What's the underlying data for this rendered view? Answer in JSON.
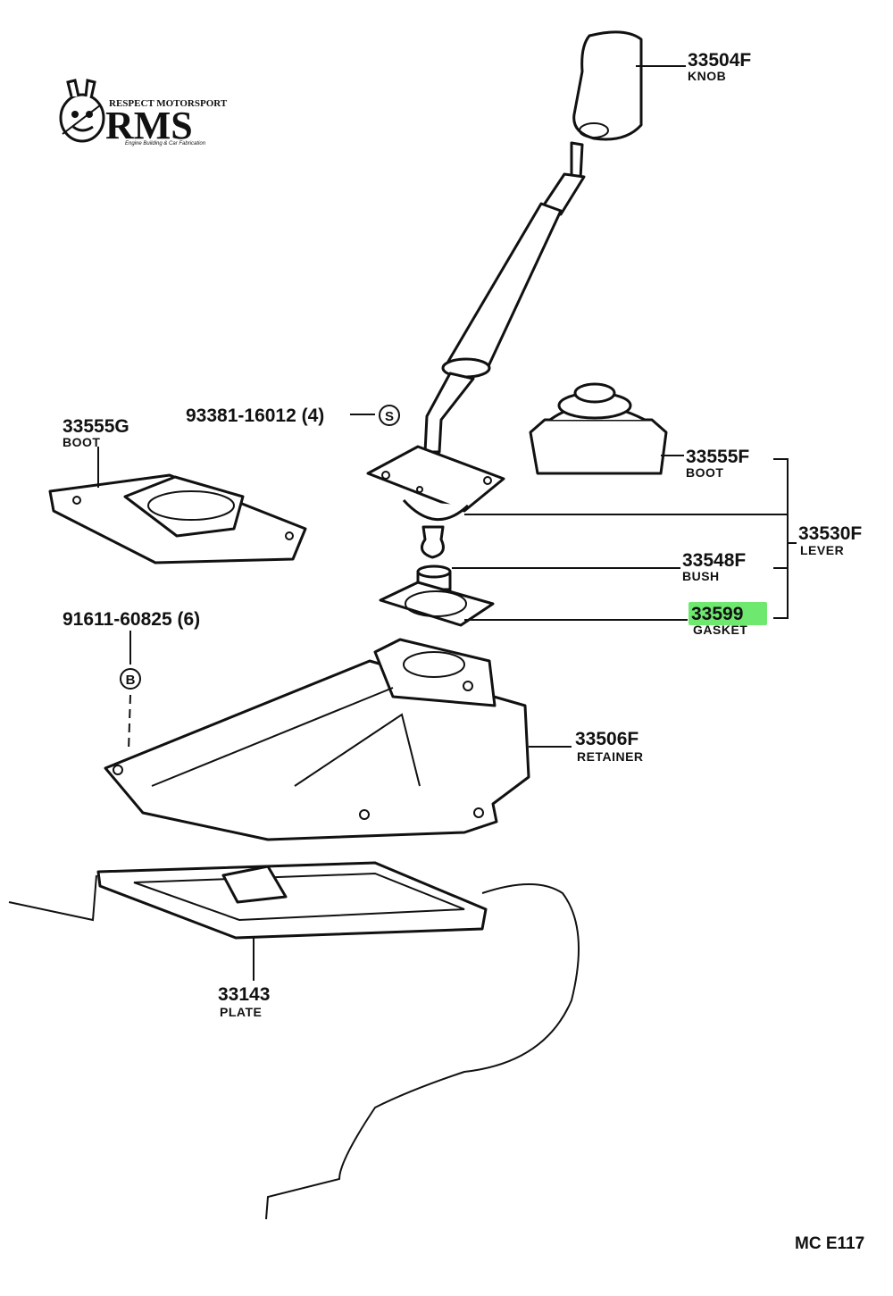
{
  "logo": {
    "top_text": "RESPECT MOTORSPORT",
    "main_text": "RMS",
    "sub_text": "Engine Building & Car Fabrication"
  },
  "parts": {
    "knob": {
      "number": "33504F",
      "name": "KNOB"
    },
    "boot_g": {
      "number": "33555G",
      "name": "BOOT"
    },
    "bolt_s": {
      "number": "93381-16012 (4)",
      "marker": "S"
    },
    "boot_f": {
      "number": "33555F",
      "name": "BOOT"
    },
    "lever": {
      "number": "33530F",
      "name": "LEVER"
    },
    "bush": {
      "number": "33548F",
      "name": "BUSH"
    },
    "gasket": {
      "number": "33599",
      "name": "GASKET",
      "highlight": "#6fe86f"
    },
    "bolt_b": {
      "number": "91611-60825 (6)",
      "marker": "B"
    },
    "retainer": {
      "number": "33506F",
      "name": "RETAINER"
    },
    "plate": {
      "number": "33143",
      "name": "PLATE"
    }
  },
  "diagram_code": "MC E117"
}
